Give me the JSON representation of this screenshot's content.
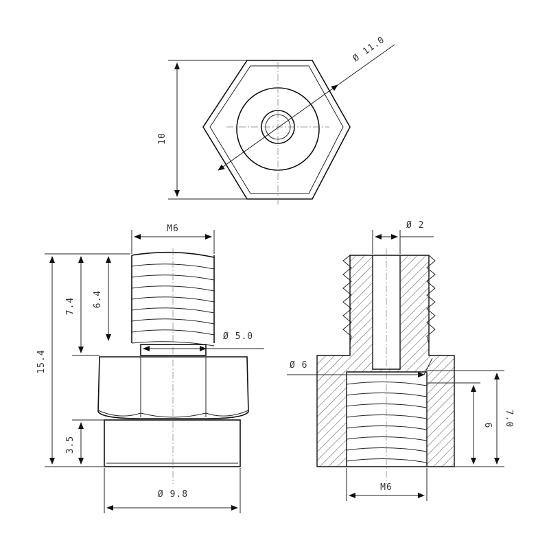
{
  "top_view": {
    "height_dim": "10",
    "diameter_dim": "Ø 11.0"
  },
  "front_view": {
    "thread_label": "M6",
    "shank_diameter": "Ø 5.0",
    "overall_height": "15.4",
    "thread_height_outer": "7.4",
    "thread_height_inner": "6.4",
    "collar_height": "3.5",
    "base_diameter": "Ø 9.8"
  },
  "section_view": {
    "bore_diameter": "Ø 2",
    "counterbore_diameter": "Ø 6",
    "internal_thread_label": "M6",
    "inner_thread_depth": "6",
    "outer_body_depth": "7.0"
  },
  "colors": {
    "line": "#111111",
    "hatch": "#444444",
    "text": "#333333"
  }
}
